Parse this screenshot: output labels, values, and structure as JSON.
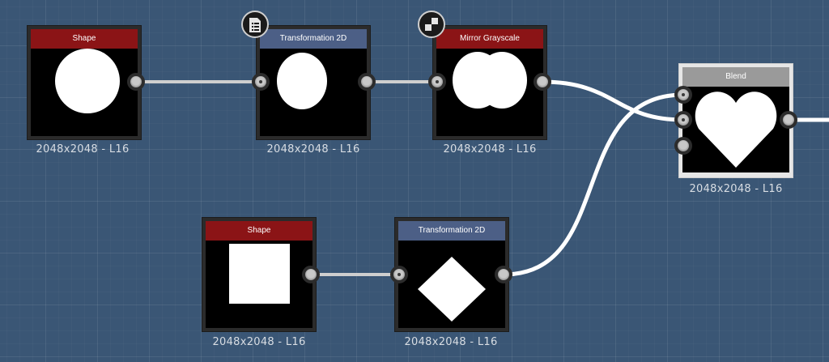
{
  "canvas": {
    "background": "#3a5675",
    "wire_color": "#cfcfcf",
    "selected_wire_color": "#ffffff"
  },
  "nodes": {
    "shape_circle": {
      "title": "Shape",
      "resolution": "2048x2048 - L16",
      "header_color": "#8b1416"
    },
    "transform_top": {
      "title": "Transformation 2D",
      "resolution": "2048x2048 - L16",
      "header_color": "#4c5f86",
      "badge_icon": "document-list-icon"
    },
    "mirror": {
      "title": "Mirror Grayscale",
      "resolution": "2048x2048 - L16",
      "header_color": "#8b1416",
      "badge_icon": "checker-icon"
    },
    "blend": {
      "title": "Blend",
      "resolution": "2048x2048 - L16",
      "header_color": "#9a9a9a",
      "selected": true
    },
    "shape_square": {
      "title": "Shape",
      "resolution": "2048x2048 - L16",
      "header_color": "#8b1416"
    },
    "transform_bottom": {
      "title": "Transformation 2D",
      "resolution": "2048x2048 - L16",
      "header_color": "#4c5f86"
    }
  }
}
